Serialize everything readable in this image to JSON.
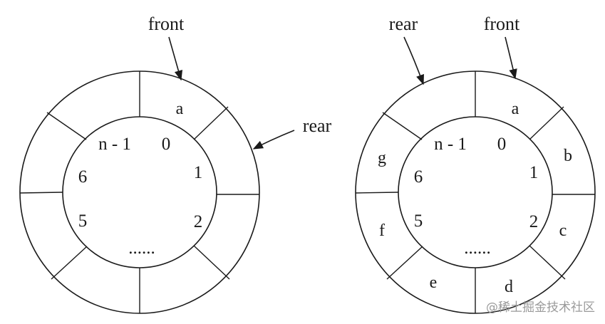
{
  "left_queue": {
    "pointers": {
      "front": "front",
      "rear": "rear"
    },
    "slot_indices": {
      "top_left": "n - 1",
      "top": "0",
      "right_upper": "1",
      "right_lower": "2",
      "left_upper": "6",
      "left_lower": "5",
      "bottom": "......"
    },
    "cells": {
      "a": "a"
    }
  },
  "right_queue": {
    "pointers": {
      "front": "front",
      "rear": "rear"
    },
    "slot_indices": {
      "top_left": "n - 1",
      "top": "0",
      "right_upper": "1",
      "right_lower": "2",
      "left_upper": "6",
      "left_lower": "5",
      "bottom": "......"
    },
    "cells": {
      "a": "a",
      "b": "b",
      "c": "c",
      "d": "d",
      "e": "e",
      "f": "f",
      "g": "g"
    }
  },
  "watermark": "@稀土掘金技术社区"
}
